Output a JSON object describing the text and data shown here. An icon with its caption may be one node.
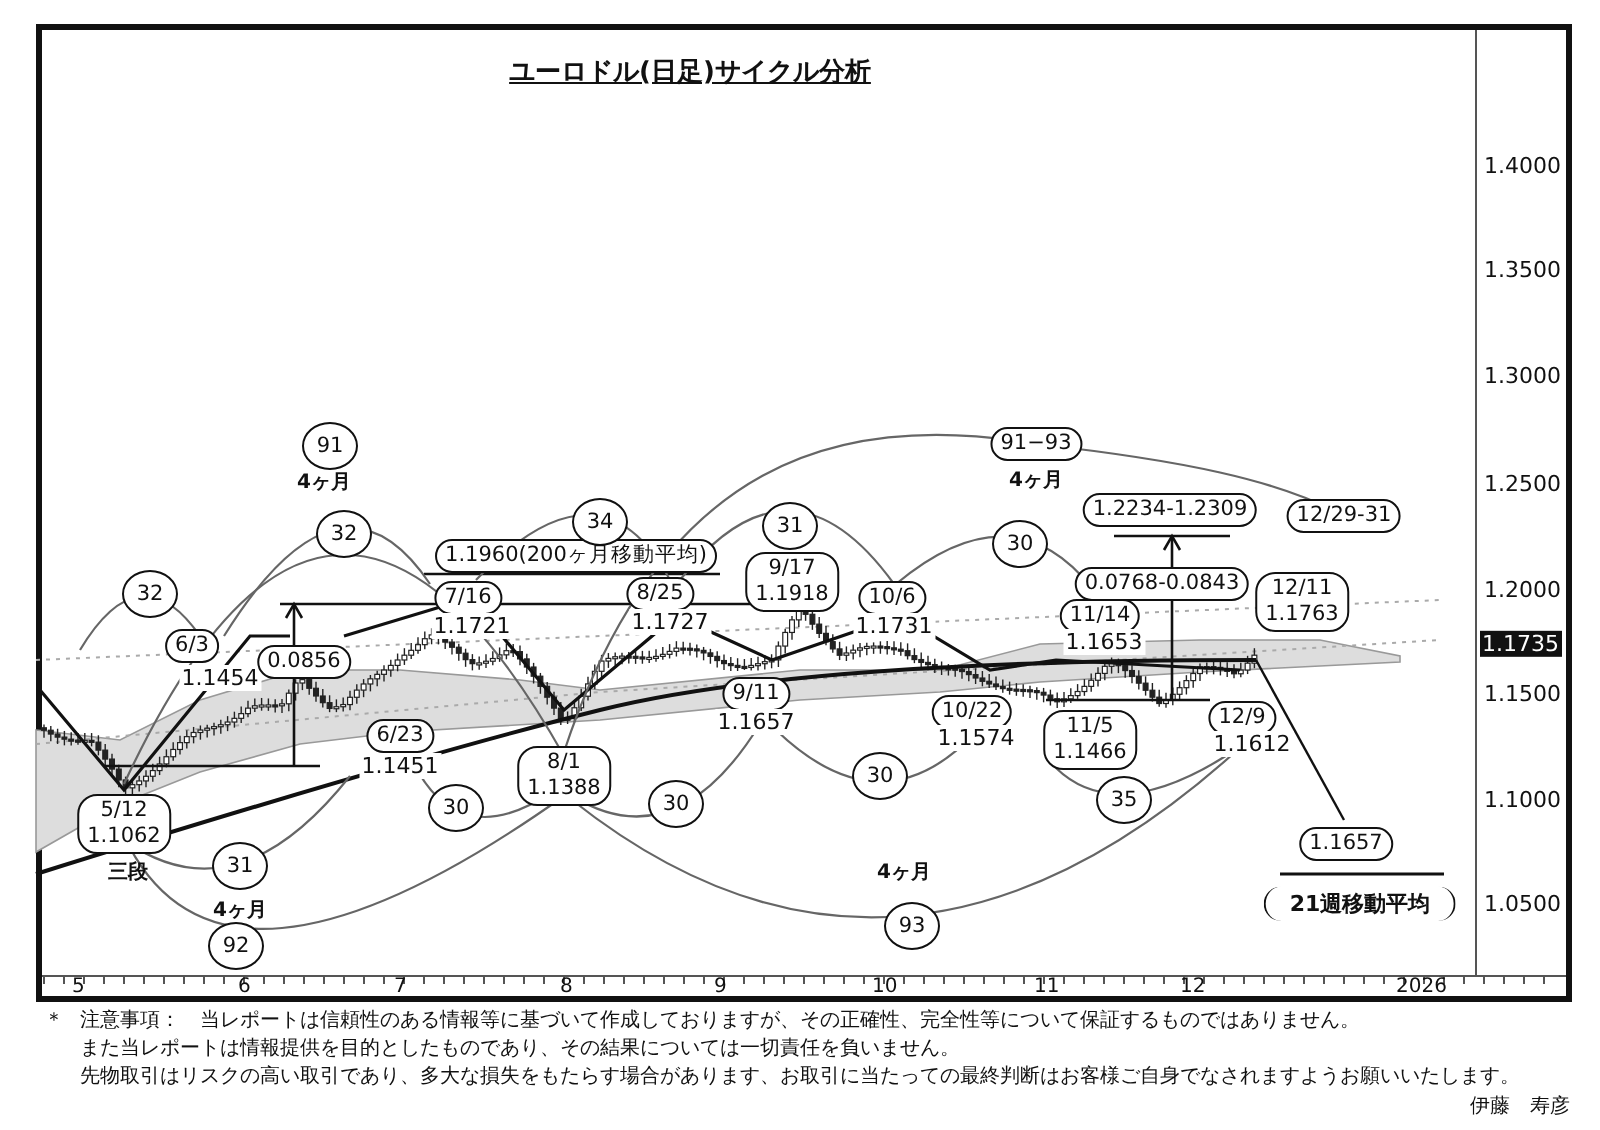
{
  "diagram": {
    "title": "ユーロドル(日足)サイクル分析",
    "nodes": [
      {
        "text": [
          "91"
        ]
      },
      {
        "text": [
          "32"
        ]
      },
      {
        "text": [
          "32"
        ]
      },
      {
        "text": [
          "6/3"
        ],
        "beside": [
          "1.1454"
        ]
      },
      {
        "text": [
          "0.0856"
        ]
      },
      {
        "text": [
          "1.1960(200ヶ月移動平均)"
        ]
      },
      {
        "text": [
          "34"
        ]
      },
      {
        "text": [
          "7/16"
        ],
        "beside": [
          "1.1721"
        ]
      },
      {
        "text": [
          "6/23"
        ],
        "beside": [
          "1.1451"
        ]
      },
      {
        "text": [
          "5/12",
          "1.1062"
        ]
      },
      {
        "text": [
          "30"
        ]
      },
      {
        "text": [
          "8/1",
          "1.1388"
        ]
      },
      {
        "text": [
          "31"
        ]
      },
      {
        "text": [
          "92"
        ]
      },
      {
        "text": [
          "30"
        ]
      },
      {
        "text": [
          "8/25"
        ],
        "beside": [
          "1.1727"
        ]
      },
      {
        "text": [
          "31"
        ]
      },
      {
        "text": [
          "9/17",
          "1.1918"
        ]
      },
      {
        "text": [
          "9/11"
        ],
        "beside": [
          "1.1657"
        ]
      },
      {
        "text": [
          "30"
        ]
      },
      {
        "text": [
          "10/6"
        ],
        "beside": [
          "1.1731"
        ]
      },
      {
        "text": [
          "10/22"
        ],
        "beside": [
          "1.1574"
        ]
      },
      {
        "text": [
          "93"
        ]
      },
      {
        "text": [
          "91−93"
        ]
      },
      {
        "text": [
          "30"
        ]
      },
      {
        "text": [
          "1.2234-1.2309"
        ]
      },
      {
        "text": [
          "0.0768-0.0843"
        ]
      },
      {
        "text": [
          "11/14"
        ],
        "beside": [
          "1.1653"
        ]
      },
      {
        "text": [
          "11/5",
          "1.1466"
        ]
      },
      {
        "text": [
          "35"
        ]
      },
      {
        "text": [
          "12/11",
          "1.1763"
        ]
      },
      {
        "text": [
          "12/9"
        ],
        "beside": [
          "1.1612"
        ]
      },
      {
        "text": [
          "12/29-31"
        ]
      },
      {
        "text": [
          "1.1657"
        ]
      }
    ],
    "labels": [
      "4ヶ月",
      "4ヶ月",
      "1.4000",
      "1.3500",
      "1.3000",
      "1.2500",
      "1.2000",
      "1.1735",
      "1.1500",
      "1.1000",
      "1.0500",
      "三段",
      "4ヶ月",
      "4ヶ月",
      "21週移動平均",
      "5",
      "6",
      "7",
      "8",
      "9",
      "10",
      "11",
      "12",
      "2026",
      "＊",
      "注意事項：　当レポートは信頼性のある情報等に基づいて作成しておりますが、その正確性、完全性等について保証するものではありません。",
      "また当レポートは情報提供を目的としたものであり、その結果については一切責任を負いません。",
      "先物取引はリスクの高い取引であり、多大な損失をもたらす場合があります、お取引に当たっての最終判断はお客様ご自身でなされますようお願いいたします。",
      "伊藤　寿彦"
    ]
  }
}
